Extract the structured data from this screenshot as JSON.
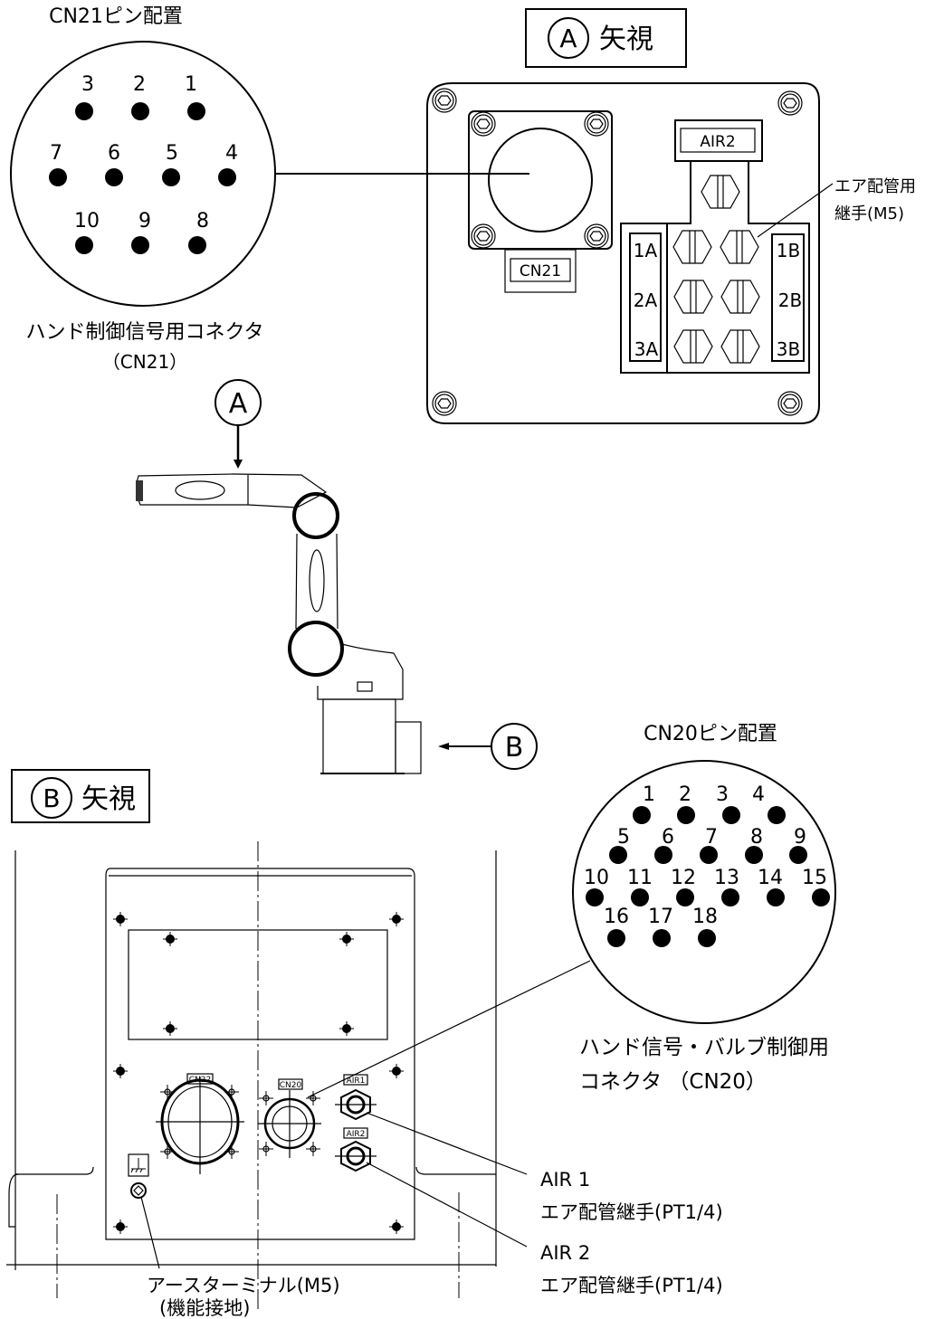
{
  "cn21_pinout": {
    "title": "CN21ピン配置",
    "pins": [
      "1",
      "2",
      "3",
      "4",
      "5",
      "6",
      "7",
      "8",
      "9",
      "10"
    ],
    "caption_line1": "ハンド制御信号用コネクタ",
    "caption_line2": "（CN21）"
  },
  "view_a": {
    "circle_letter": "A",
    "title": "矢視",
    "cn21_label": "CN21",
    "air2_label": "AIR2",
    "port_labels_left": [
      "1A",
      "2A",
      "3A"
    ],
    "port_labels_right": [
      "1B",
      "2B",
      "3B"
    ],
    "fitting_callout_line1": "エア配管用",
    "fitting_callout_line2": "継手(M5)"
  },
  "robot_side_view": {
    "marker_a": "A",
    "marker_b": "B"
  },
  "cn20_pinout": {
    "title": "CN20ピン配置",
    "pins": [
      "1",
      "2",
      "3",
      "4",
      "5",
      "6",
      "7",
      "8",
      "9",
      "10",
      "11",
      "12",
      "13",
      "14",
      "15",
      "16",
      "17",
      "18"
    ],
    "caption_line1": "ハンド信号・バルブ制御用",
    "caption_line2": "コネクタ （CN20）"
  },
  "view_b": {
    "circle_letter": "B",
    "title": "矢視",
    "cn22_label": "CN22",
    "cn20_label": "CN20",
    "air1_label": "AIR1",
    "air2_label": "AIR2",
    "air1_callout_line1": "AIR 1",
    "air1_callout_line2": "エア配管継手(PT1/4)",
    "air2_callout_line1": "AIR 2",
    "air2_callout_line2": "エア配管継手(PT1/4)",
    "earth_callout_line1": "アースターミナル(M5)",
    "earth_callout_line2": "(機能接地)"
  }
}
